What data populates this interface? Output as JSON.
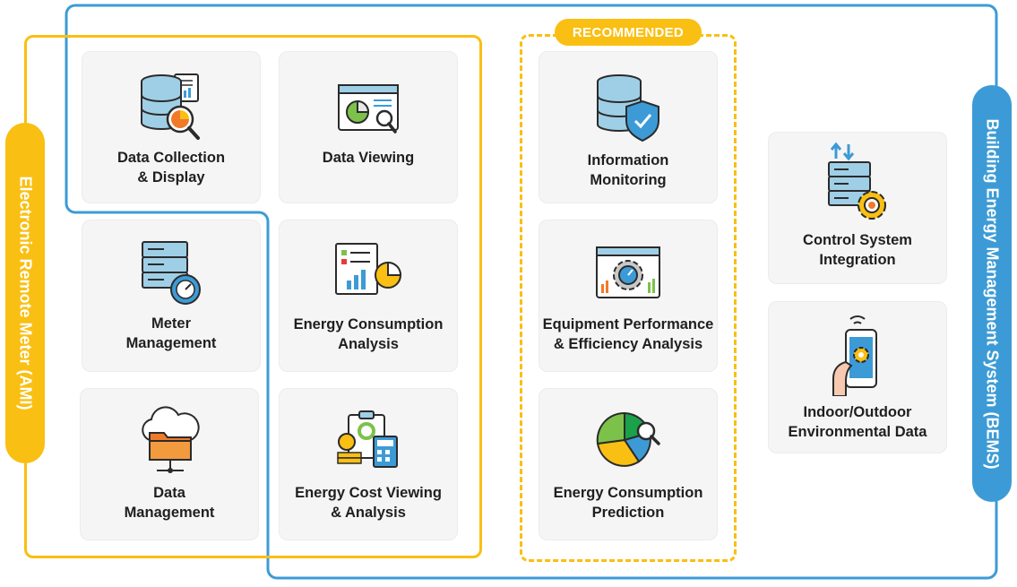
{
  "colors": {
    "ami": "#f9bf12",
    "bems": "#3c9bd6",
    "card_bg": "#f5f5f5",
    "text": "#1f1f1f"
  },
  "ami": {
    "label": "Electronic Remote Meter (AMI)"
  },
  "bems": {
    "label": "Building Energy Management System (BEMS)"
  },
  "recommended": {
    "label": "RECOMMENDED"
  },
  "cards": {
    "data_collection": {
      "label": "Data Collection\n& Display",
      "icon": "database-search-icon"
    },
    "data_viewing": {
      "label": "Data Viewing",
      "icon": "dashboard-chart-icon"
    },
    "meter_management": {
      "label": "Meter\nManagement",
      "icon": "server-gauge-icon"
    },
    "energy_consumption_analysis": {
      "label": "Energy Consumption\nAnalysis",
      "icon": "report-chart-icon"
    },
    "data_management": {
      "label": "Data\nManagement",
      "icon": "cloud-folder-icon"
    },
    "energy_cost": {
      "label": "Energy Cost Viewing\n& Analysis",
      "icon": "cost-calculator-icon"
    },
    "information_monitoring": {
      "label": "Information\nMonitoring",
      "icon": "database-shield-icon"
    },
    "equipment_performance": {
      "label": "Equipment Performance\n& Efficiency Analysis",
      "icon": "gear-dashboard-icon"
    },
    "energy_prediction": {
      "label": "Energy Consumption\nPrediction",
      "icon": "pie-prediction-icon"
    },
    "control_system": {
      "label": "Control System\nIntegration",
      "icon": "server-gear-icon"
    },
    "indoor_outdoor": {
      "label": "Indoor/Outdoor\nEnvironmental Data",
      "icon": "phone-sensor-icon"
    }
  }
}
